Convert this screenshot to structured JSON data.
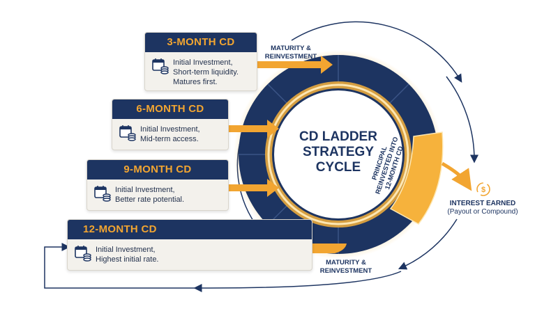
{
  "center": {
    "title_lines": [
      "CD LADDER",
      "STRATEGY",
      "CYCLE"
    ]
  },
  "cards": [
    {
      "id": "3m",
      "title": "3-MONTH CD",
      "lines": [
        "Initial Investment,",
        "Short-term liquidity.",
        "Matures first."
      ]
    },
    {
      "id": "6m",
      "title": "6-MONTH CD",
      "lines": [
        "Initial Investment,",
        "Mid-term access."
      ]
    },
    {
      "id": "9m",
      "title": "9-MONTH CD",
      "lines": [
        "Initial Investment,",
        "Better rate potential."
      ]
    },
    {
      "id": "12m",
      "title": "12-MONTH CD",
      "lines": [
        "Initial Investment,",
        "Highest initial rate."
      ]
    }
  ],
  "labels": {
    "maturity_top": [
      "MATURITY &",
      "REINVESTMENT"
    ],
    "maturity_bottom": [
      "MATURITY &",
      "REINVESTMENT"
    ],
    "principal": [
      "PRINCIPAL",
      "REINVESTED INTO",
      "12-MONTH CD"
    ],
    "interest_title": "INTEREST EARNED",
    "interest_sub": "(Payout or Compound)"
  },
  "icons": {
    "card": "calendar-coins-icon",
    "interest": "dollar-cycle-icon"
  },
  "colors": {
    "navy": "#1d3461",
    "orange": "#f2a531",
    "card_bg": "#f3f1ec",
    "ring_dark": "#1d3461",
    "ring_glow": "#f6b23c",
    "inner_circle": "#ffffff"
  }
}
